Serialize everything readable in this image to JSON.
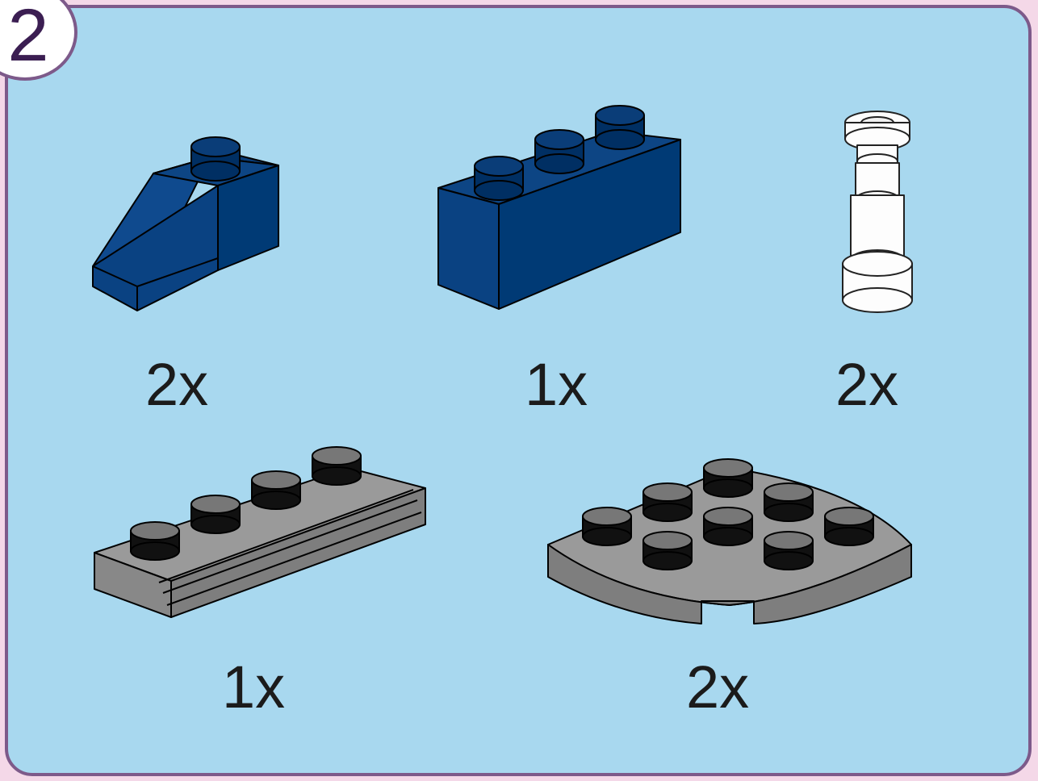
{
  "step": {
    "number": "2"
  },
  "parts": [
    {
      "name": "slope-brick",
      "color": "#003b7a",
      "qty": "2x"
    },
    {
      "name": "brick-1x3",
      "color": "#003b7a",
      "qty": "1x"
    },
    {
      "name": "telescope",
      "color": "#ffffff",
      "qty": "2x"
    },
    {
      "name": "plate-with-groove",
      "color": "#8a8a8a",
      "qty": "1x"
    },
    {
      "name": "quarter-round-plate",
      "color": "#8a8a8a",
      "qty": "2x"
    }
  ],
  "colors": {
    "background": "#a8d8ef",
    "border": "#7d5a8a",
    "outer": "#f4d8e8"
  }
}
